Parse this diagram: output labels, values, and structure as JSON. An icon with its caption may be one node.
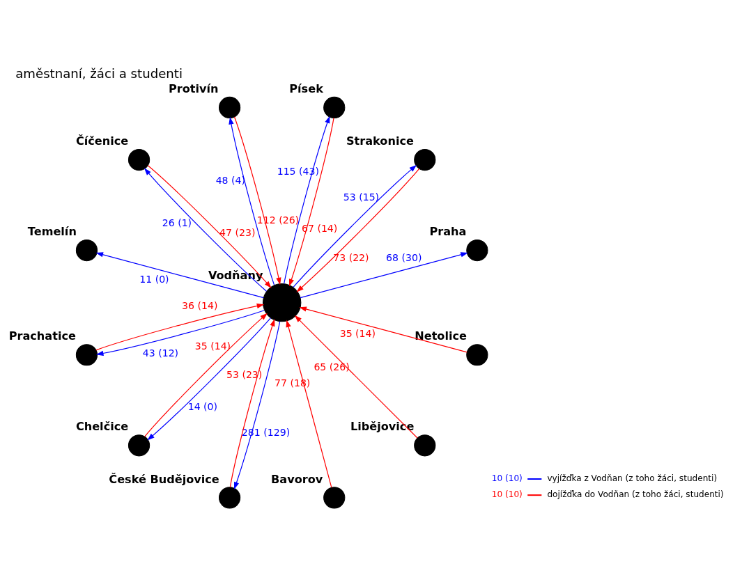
{
  "diagram": {
    "title": "aměstnaní, žáci a studenti",
    "nodes": [
      {
        "text": [
          "Praha"
        ]
      },
      {
        "text": [
          "Strakonice"
        ]
      },
      {
        "text": [
          "Písek"
        ]
      },
      {
        "text": [
          "Protivín"
        ]
      },
      {
        "text": [
          "Vodňany"
        ]
      },
      {
        "text": [
          "Číčenice"
        ]
      },
      {
        "text": [
          "Bavorov"
        ]
      },
      {
        "text": [
          "Temelín"
        ]
      },
      {
        "text": [
          "Prachatice"
        ]
      },
      {
        "text": [
          "Libějovice"
        ]
      },
      {
        "text": [
          "Chelčice"
        ]
      },
      {
        "text": [
          "Netolice"
        ]
      },
      {
        "text": [
          "České Budějovice"
        ]
      }
    ],
    "edges": [
      {
        "from": 4,
        "to": 1,
        "arrow": "to",
        "label": "53 (15)",
        "color": "#0000ff"
      },
      {
        "from": 1,
        "to": 4,
        "arrow": "to",
        "label": "73 (22)",
        "color": "#ff0000"
      },
      {
        "from": 4,
        "to": 2,
        "arrow": "to",
        "label": "115 (43)",
        "color": "#0000ff"
      },
      {
        "from": 2,
        "to": 4,
        "arrow": "to",
        "label": "67 (14)",
        "color": "#ff0000"
      },
      {
        "from": 4,
        "to": 0,
        "arrow": "to",
        "label": "68 (30)",
        "color": "#0000ff"
      },
      {
        "from": 3,
        "to": 4,
        "arrow": "to",
        "label": "112 (26)",
        "color": "#ff0000"
      },
      {
        "from": 4,
        "to": 3,
        "arrow": "to",
        "label": "48 (4)",
        "color": "#0000ff"
      },
      {
        "from": 5,
        "to": 4,
        "arrow": "to",
        "label": "47 (23)",
        "color": "#ff0000"
      },
      {
        "from": 4,
        "to": 5,
        "arrow": "to",
        "label": "26 (1)",
        "color": "#0000ff"
      },
      {
        "from": 6,
        "to": 4,
        "arrow": "to",
        "label": "77 (18)",
        "color": "#ff0000"
      },
      {
        "from": 4,
        "to": 7,
        "arrow": "to",
        "label": "11 (0)",
        "color": "#0000ff"
      },
      {
        "from": 4,
        "to": 8,
        "arrow": "to",
        "label": "43 (12)",
        "color": "#0000ff"
      },
      {
        "from": 8,
        "to": 4,
        "arrow": "to",
        "label": "36 (14)",
        "color": "#ff0000"
      },
      {
        "from": 9,
        "to": 4,
        "arrow": "to",
        "label": "65 (26)",
        "color": "#ff0000"
      },
      {
        "from": 4,
        "to": 10,
        "arrow": "to",
        "label": "14 (0)",
        "color": "#0000ff"
      },
      {
        "from": 10,
        "to": 4,
        "arrow": "to",
        "label": "35 (14)",
        "color": "#ff0000"
      },
      {
        "from": 11,
        "to": 4,
        "arrow": "to",
        "label": "35 (14)",
        "color": "#ff0000"
      },
      {
        "from": 12,
        "to": 4,
        "arrow": "to",
        "label": "53 (23)",
        "color": "#ff0000"
      },
      {
        "from": 4,
        "to": 12,
        "arrow": "to",
        "label": "281 (129)",
        "color": "#0000ff"
      }
    ],
    "labels": [
      "10 (10)",
      "10 (10)"
    ],
    "legend": [
      {
        "text": "vyjížďka z Vodňan (z toho žáci, studenti)",
        "color": "#0000ff"
      },
      {
        "text": "dojížďka do Vodňan (z toho žáci, studenti)",
        "color": "#ff0000"
      }
    ]
  }
}
